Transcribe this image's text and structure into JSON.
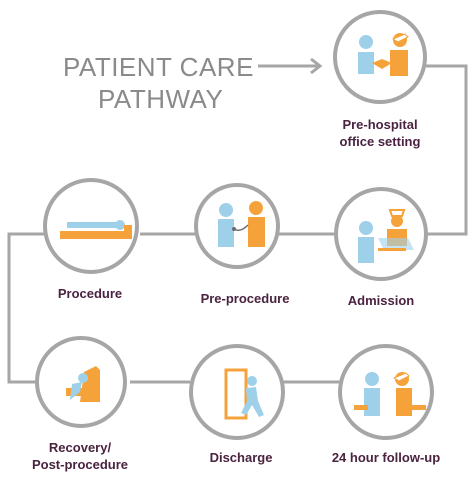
{
  "title": {
    "line1": "PATIENT CARE",
    "line2": "PATHWAY"
  },
  "colors": {
    "line": "#a6a6a6",
    "circle_stroke": "#a6a6a6",
    "label": "#4a2340",
    "title": "#8a8a8a",
    "blue": "#9fd0ea",
    "orange": "#f6a23a"
  },
  "steps": [
    {
      "label": "Pre-hospital\noffice setting",
      "icon": "handshake-icon"
    },
    {
      "label": "Admission",
      "icon": "nurse-desk-icon"
    },
    {
      "label": "Pre-procedure",
      "icon": "doctor-exam-icon"
    },
    {
      "label": "Procedure",
      "icon": "patient-bed-icon"
    },
    {
      "label": "Recovery/\nPost-procedure",
      "icon": "recovery-chair-icon"
    },
    {
      "label": "Discharge",
      "icon": "exit-door-icon"
    },
    {
      "label": "24 hour follow-up",
      "icon": "follow-up-visit-icon"
    }
  ]
}
